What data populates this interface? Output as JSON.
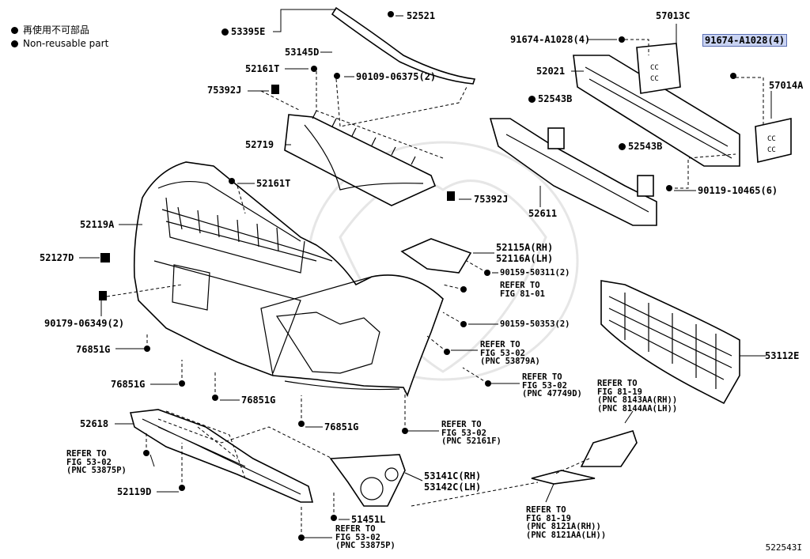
{
  "legend": {
    "item1": "再使用不可部品",
    "item2": "Non-reusable part"
  },
  "figure_id": "522543I",
  "labels": {
    "p53395E": "53395E",
    "p52521": "52521",
    "p53145D": "53145D",
    "p52161T_a": "52161T",
    "p90109": "90109-06375(2)",
    "p75392J_a": "75392J",
    "p52719": "52719",
    "p52161T_b": "52161T",
    "p75392J_b": "75392J",
    "p52119A": "52119A",
    "p52127D": "52127D",
    "p90179": "90179-06349(2)",
    "p76851G_a": "76851G",
    "p76851G_b": "76851G",
    "p76851G_c": "76851G",
    "p76851G_d": "76851G",
    "p52618": "52618",
    "p52119D": "52119D",
    "p51451L": "51451L",
    "p57013C": "57013C",
    "p91674_a": "91674-A1028(4)",
    "p91674_b": "91674-A1028(4)",
    "p52021": "52021",
    "p57014A": "57014A",
    "p52543B_a": "52543B",
    "p52543B_b": "52543B",
    "p90119": "90119-10465(6)",
    "p52611": "52611",
    "p52115A": "52115A(RH)",
    "p52116A": "52116A(LH)",
    "p90159_a": "90159-50311(2)",
    "p90159_b": "90159-50353(2)",
    "p53112E": "53112E",
    "p53141C": "53141C(RH)",
    "p53142C": "53142C(LH)"
  },
  "refs": {
    "r1": "REFER TO\nFIG 81-01",
    "r2": "REFER TO\nFIG 53-02\n(PNC 53879A)",
    "r3": "REFER TO\nFIG 53-02\n(PNC 47749D)",
    "r4": "REFER TO\nFIG 81-19\n(PNC 8143AA(RH))\n(PNC 8144AA(LH))",
    "r5": "REFER TO\nFIG 53-02\n(PNC 52161F)",
    "r6": "REFER TO\nFIG 53-02\n(PNC 53875P)",
    "r7": "REFER TO\nFIG 53-02\n(PNC 53875P)",
    "r8": "REFER TO\nFIG 81-19\n(PNC 8121A(RH))\n(PNC 8121AA(LH))"
  }
}
